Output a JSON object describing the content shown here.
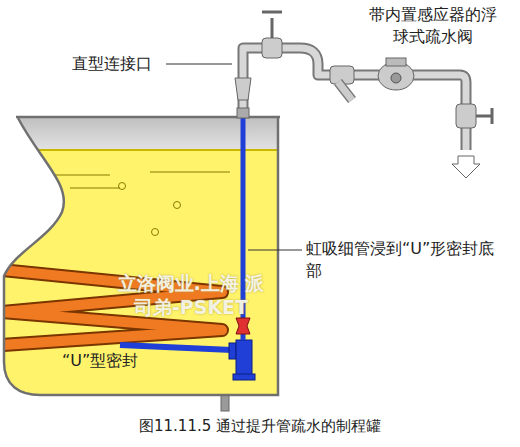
{
  "diagram": {
    "caption": "图11.11.5 通过提升管疏水的制程罐",
    "labels": [
      "带内置感应器的浮球式疏水阀",
      "直型连接口",
      "虹吸细管浸到“U”形密封底部",
      "立洛阀业.上海 派司弟-PSKET",
      "“U”型密封"
    ]
  }
}
